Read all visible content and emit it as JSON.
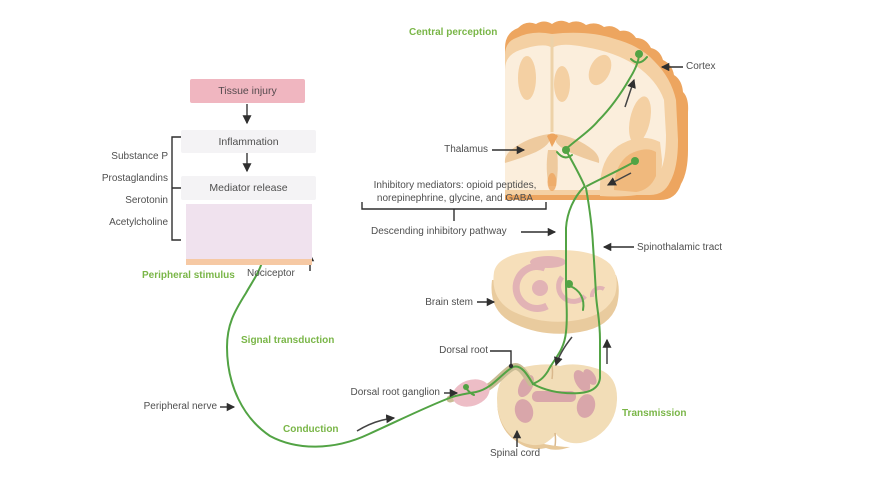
{
  "colors": {
    "pathway_green": "#52a344",
    "label_green": "#7ab648",
    "text_dark": "#4f4f4f",
    "box_pink": "#f0b6c0",
    "box_gray": "#f4f3f5",
    "skin_pink": "#f0e2ee",
    "skin_strip": "#f6c9a4",
    "nerve_magenta": "#b8558d",
    "brain_rim": "#eda55f",
    "brain_band": "#f4d0a3",
    "brain_inner": "#fbeedc",
    "stem_fill": "#f6dfba",
    "cord_fill": "#f2ddb7",
    "gray_matter": "#d9a6aa",
    "ganglion_pink": "#edbdc6"
  },
  "flowchart": {
    "steps": [
      {
        "label": "Tissue injury"
      },
      {
        "label": "Inflammation"
      },
      {
        "label": "Mediator release"
      }
    ]
  },
  "mediators": {
    "items": [
      "Substance P",
      "Prostaglandins",
      "Serotonin",
      "Acetylcholine"
    ]
  },
  "stage_labels": {
    "peripheral_stimulus": "Peripheral stimulus",
    "signal_transduction": "Signal transduction",
    "conduction": "Conduction",
    "transmission": "Transmission",
    "central_perception": "Central perception"
  },
  "anatomy_labels": {
    "nociceptor": "Nociceptor",
    "peripheral_nerve": "Peripheral nerve",
    "dorsal_root": "Dorsal root",
    "dorsal_root_ganglion": "Dorsal root ganglion",
    "spinal_cord": "Spinal cord",
    "brain_stem": "Brain stem",
    "thalamus": "Thalamus",
    "cortex": "Cortex",
    "spinothalamic_tract": "Spinothalamic tract",
    "descending_pathway": "Descending inhibitory pathway"
  },
  "annotations": {
    "inhibitory_mediators_line1": "Inhibitory mediators: opioid peptides,",
    "inhibitory_mediators_line2": "norepinephrine, glycine, and GABA"
  }
}
